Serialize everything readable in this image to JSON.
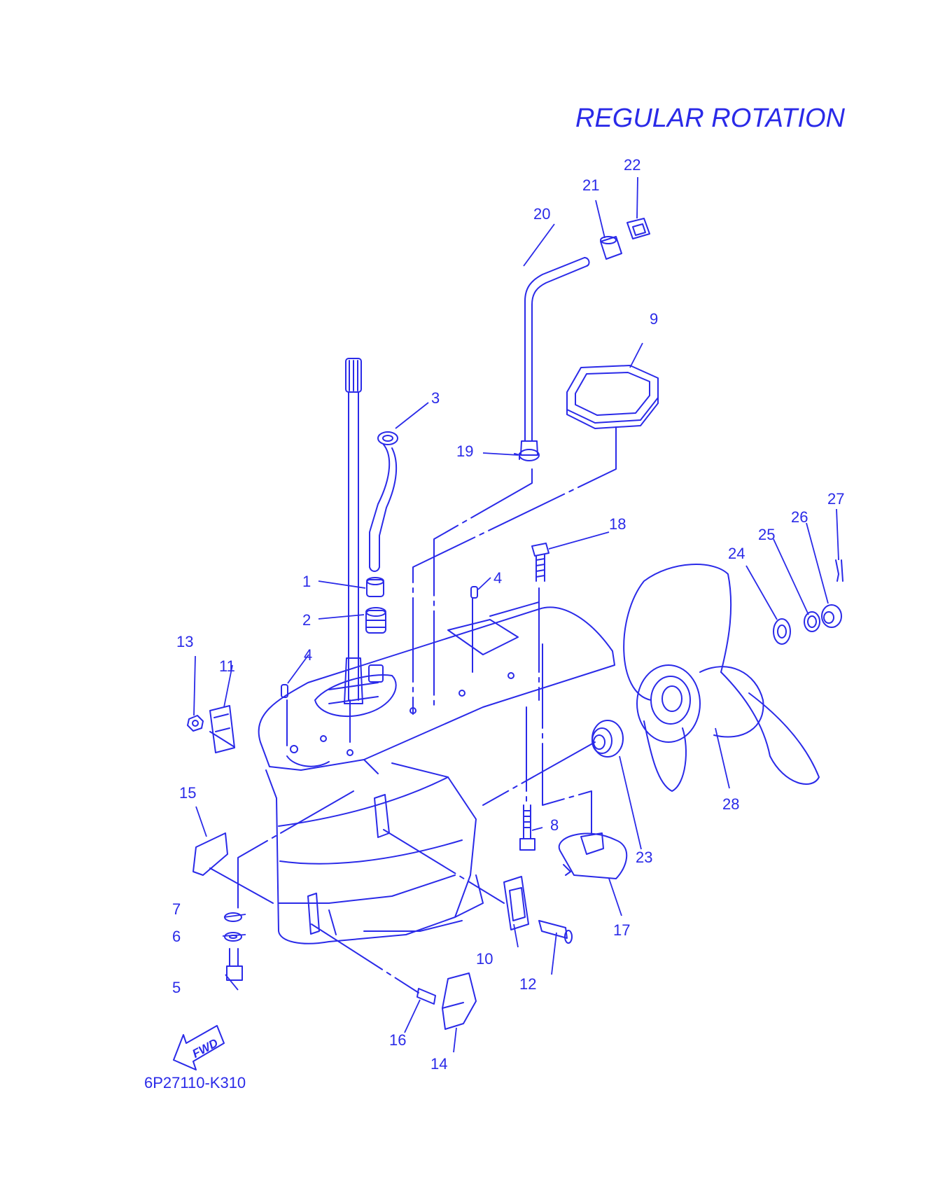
{
  "diagram": {
    "title": "REGULAR ROTATION",
    "drawing_code": "6P27110-K310",
    "fwd_label": "FWD",
    "line_color": "#2a2ae8",
    "callouts": [
      "1",
      "2",
      "3",
      "4",
      "4",
      "5",
      "6",
      "7",
      "8",
      "9",
      "10",
      "11",
      "12",
      "13",
      "14",
      "15",
      "16",
      "17",
      "18",
      "19",
      "20",
      "21",
      "22",
      "23",
      "24",
      "25",
      "26",
      "27",
      "28"
    ]
  }
}
